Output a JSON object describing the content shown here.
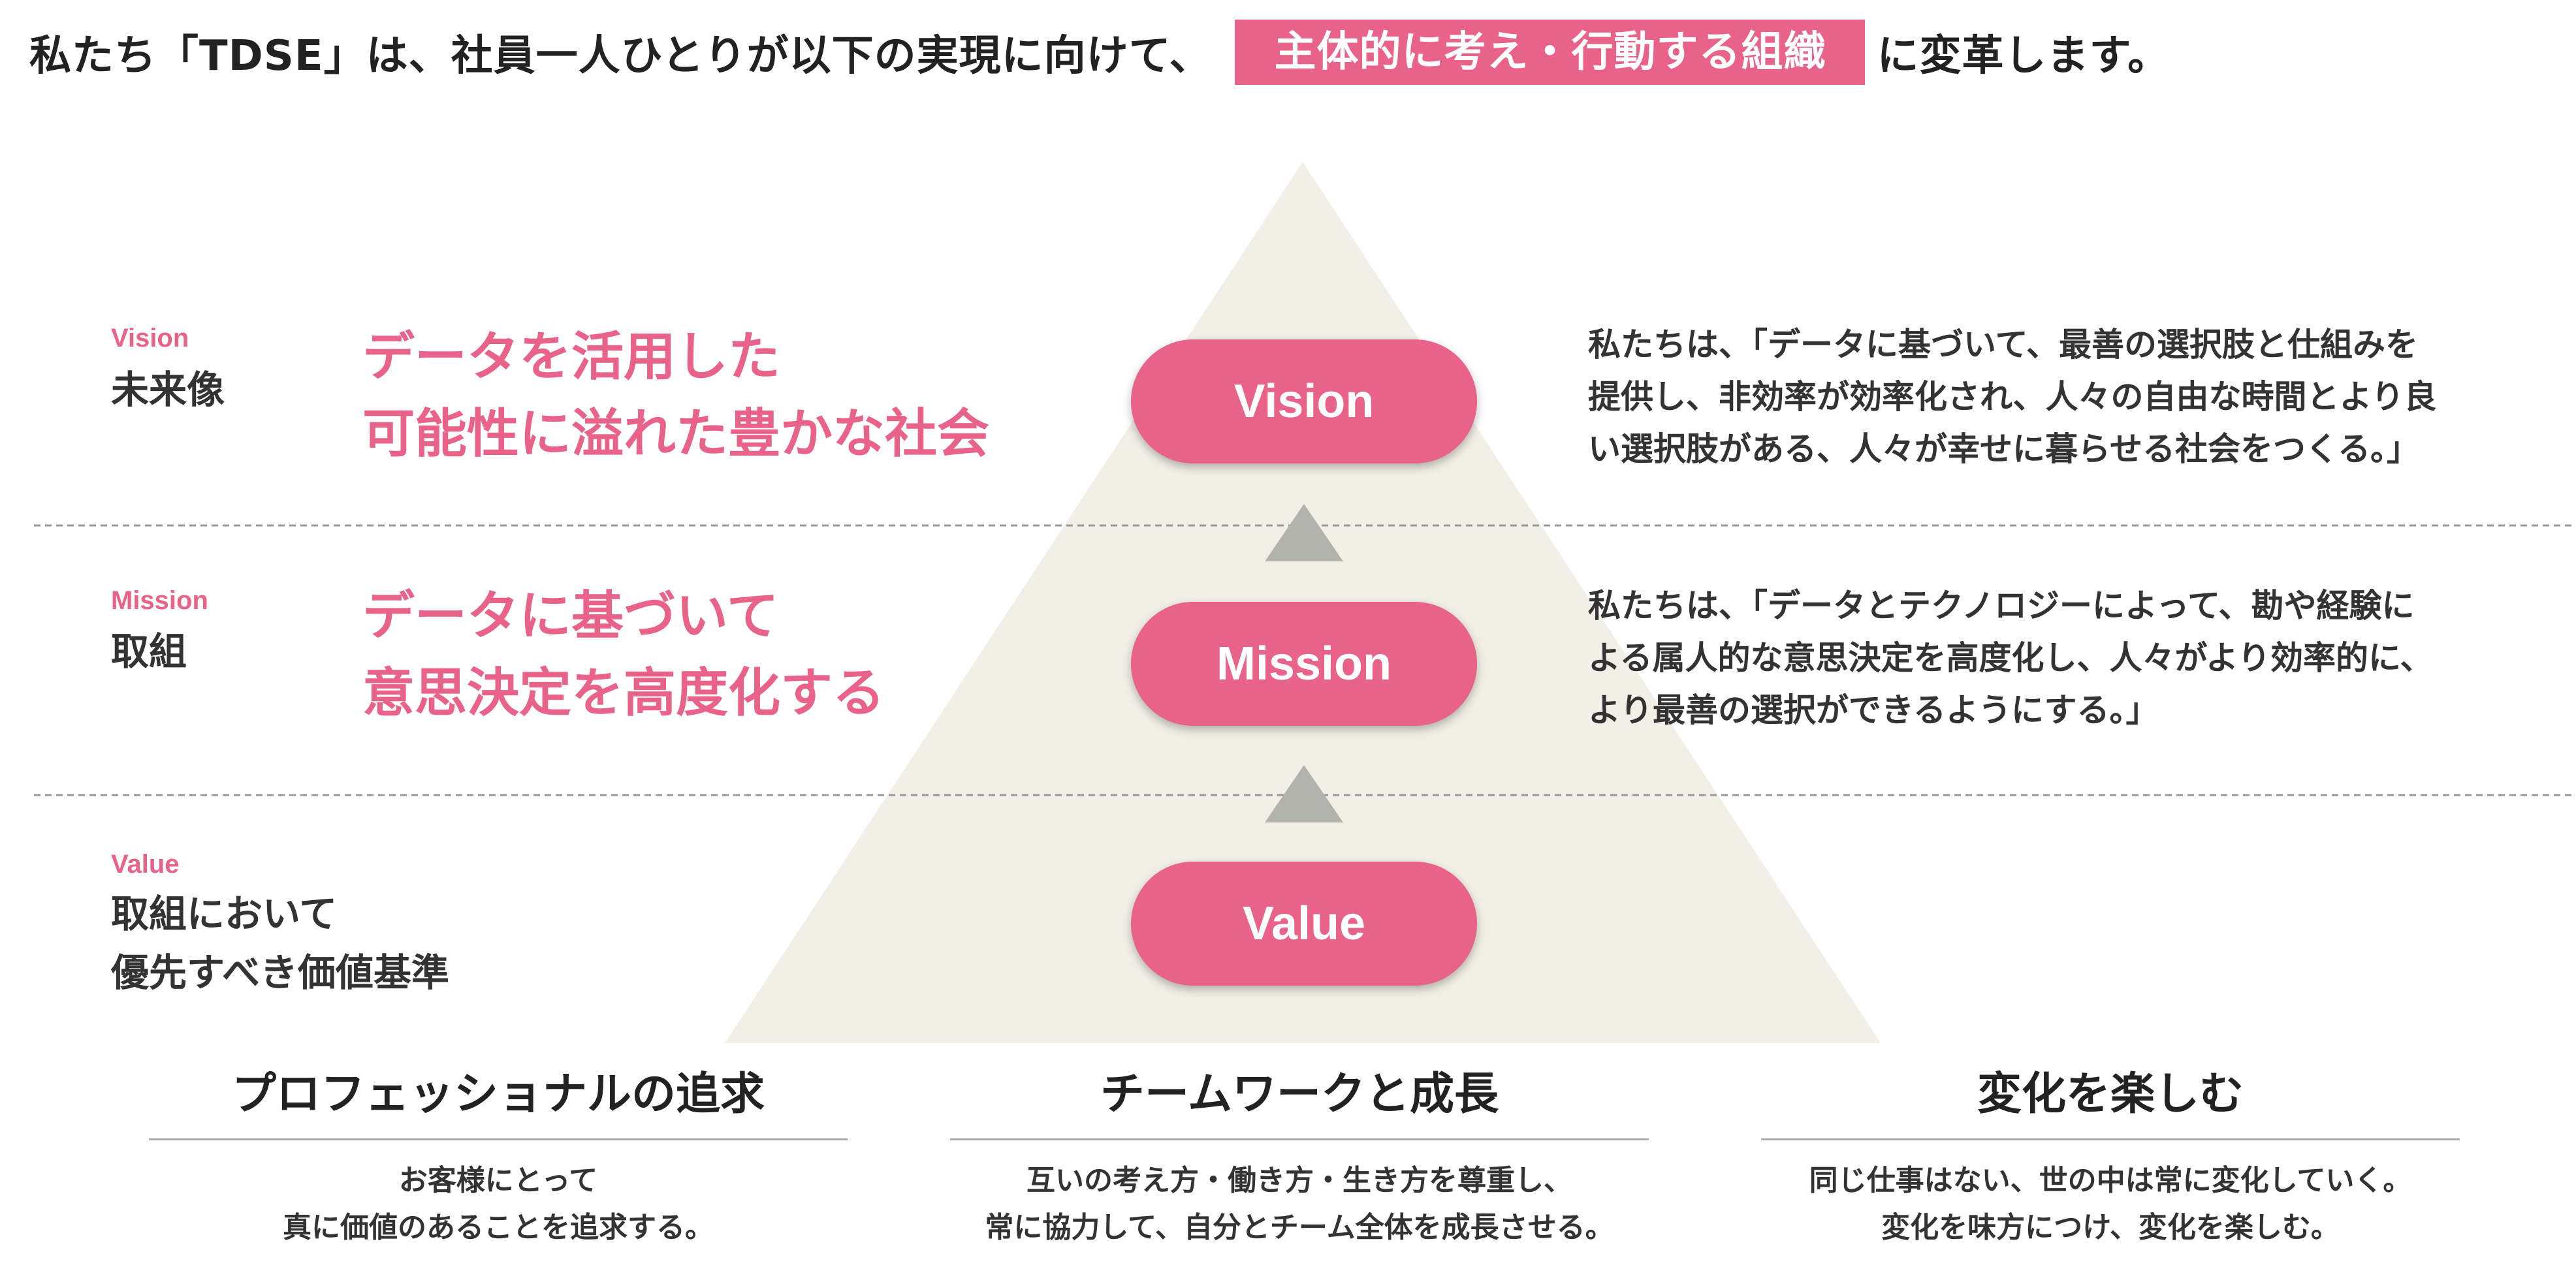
{
  "header": {
    "text_before": "私たち「TDSE」は、社員一人ひとりが以下の実現に向けて、",
    "highlight": "主体的に考え・行動する組織",
    "text_after": "に変革します。"
  },
  "levels": [
    {
      "en": "Vision",
      "ja": "未来像",
      "pill": "Vision",
      "slogan": "データを活用した\n可能性に溢れた豊かな社会",
      "description": "私たちは、「データに基づいて、最善の選択肢と仕組みを\n提供し、非効率が効率化され、人々の自由な時間とより良\nい選択肢がある、人々が幸せに暮らせる社会をつくる。」"
    },
    {
      "en": "Mission",
      "ja": "取組",
      "pill": "Mission",
      "slogan": "データに基づいて\n意思決定を高度化する",
      "description": "私たちは、「データとテクノロジーによって、勘や経験に\nよる属人的な意思決定を高度化し、人々がより効率的に、\nより最善の選択ができるようにする。」"
    },
    {
      "en": "Value",
      "ja": "取組において\n優先すべき価値基準",
      "pill": "Value"
    }
  ],
  "values": [
    {
      "title": "プロフェッショナルの追求",
      "description": "お客様にとって\n真に価値のあることを追求する。"
    },
    {
      "title": "チームワークと成長",
      "description": "互いの考え方・働き方・生き方を尊重し、\n常に協力して、自分とチーム全体を成長させる。"
    },
    {
      "title": "変化を楽しむ",
      "description": "同じ仕事はない、世の中は常に変化していく。\n変化を味方につけ、変化を楽しむ。"
    }
  ],
  "colors": {
    "accent": "#e8628a",
    "pyramid": "#f2f0e6",
    "arrow": "#b3b3ad",
    "text": "#333333"
  },
  "icons": [
    "up-arrow-icon",
    "up-arrow-icon"
  ]
}
